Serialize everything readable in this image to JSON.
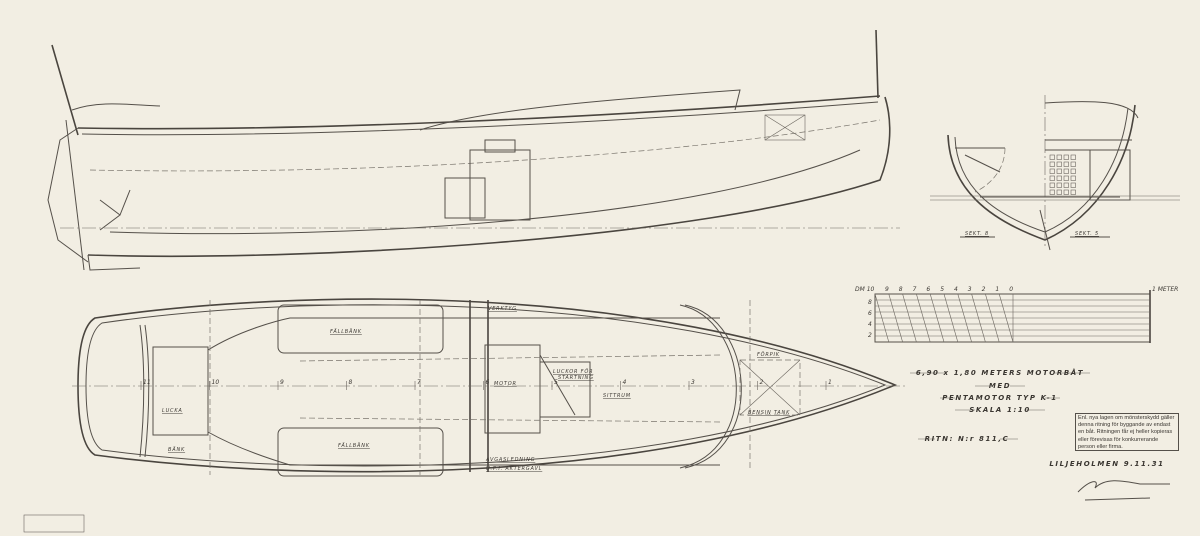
{
  "title_block": {
    "line1": "6,90 x 1,80 METERS MOTORBÅT",
    "line2": "MED",
    "line3": "PENTAMOTOR TYP K-1",
    "scale": "SKALA 1:10",
    "drawing_no": "RITN: N:r 811,C",
    "place_date": "LILJEHOLMEN 9.11.31",
    "signature": "C. Pettersson"
  },
  "stamp": "Enl. nya lagen om mönsterskydd gäller denna ritning för byggande av endast en båt. Ritningen får ej heller kopieras eller förevisas för konkurrerande person eller firma.",
  "sections": {
    "left": "SEKT. 8",
    "right": "SEKT. 5"
  },
  "scale_bar": {
    "unit_left": "DM 10",
    "ticks": [
      "9",
      "8",
      "7",
      "6",
      "5",
      "4",
      "3",
      "2",
      "1",
      "0"
    ],
    "unit_right": "1 METER",
    "side_ticks": [
      "8",
      "6",
      "4",
      "2"
    ]
  },
  "plan_labels": {
    "fallbank_top": "FÄLLBÄNK",
    "fallbank_bottom": "FÄLLBÄNK",
    "lucka": "LUCKA",
    "bank": "BÄNK",
    "verktyg": "VERKTYG",
    "motor": "MOTOR",
    "luckor1": "LUCKOR FÖR",
    "luckor2": "STARTNING",
    "sittrum": "SITTRUM",
    "forpik": "FÖRPIK",
    "tank": "BENSIN TANK",
    "avgas1": "AVGASLEDNING",
    "avgas2": "U.P.I. AKTERGAVL"
  },
  "stations": [
    "11",
    "10",
    "9",
    "8",
    "7",
    "6",
    "5",
    "4",
    "3",
    "2",
    "1"
  ]
}
